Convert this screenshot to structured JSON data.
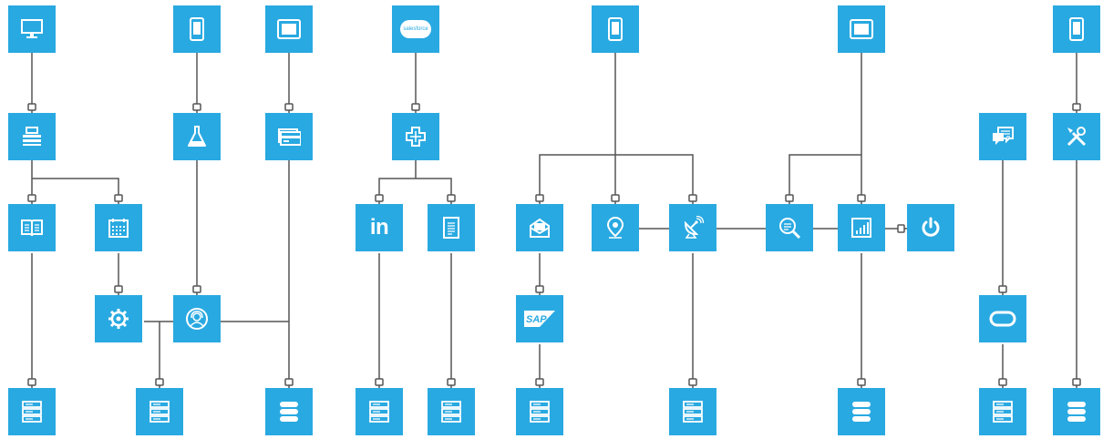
{
  "accent_color": "#29a9e1",
  "line_color": "#555555",
  "nodes": [
    {
      "id": "desktop-1",
      "icon": "desktop-monitor-icon"
    },
    {
      "id": "mobile-1",
      "icon": "smartphone-icon"
    },
    {
      "id": "tablet-1",
      "icon": "tablet-icon"
    },
    {
      "id": "salesforce-1",
      "icon": "salesforce-cloud-logo",
      "text": "salesforce"
    },
    {
      "id": "mobile-2",
      "icon": "smartphone-icon"
    },
    {
      "id": "tablet-2",
      "icon": "tablet-icon"
    },
    {
      "id": "mobile-3",
      "icon": "smartphone-icon"
    },
    {
      "id": "cashier-1",
      "icon": "cash-register-icon"
    },
    {
      "id": "lab-1",
      "icon": "lab-flask-icon"
    },
    {
      "id": "card-1",
      "icon": "credit-card-icon"
    },
    {
      "id": "plus-1",
      "icon": "plus-cross-icon"
    },
    {
      "id": "chat-1",
      "icon": "chat-bubbles-icon"
    },
    {
      "id": "tools-1",
      "icon": "tools-wrench-screwdriver-icon"
    },
    {
      "id": "book-1",
      "icon": "open-book-icon"
    },
    {
      "id": "calendar-1",
      "icon": "calendar-icon"
    },
    {
      "id": "linkedin-1",
      "icon": "linkedin-logo",
      "text": "in"
    },
    {
      "id": "document-1",
      "icon": "document-icon"
    },
    {
      "id": "mailbox-1",
      "icon": "mail-inbox-icon"
    },
    {
      "id": "location-1",
      "icon": "map-pin-icon"
    },
    {
      "id": "satellite-1",
      "icon": "satellite-dish-icon"
    },
    {
      "id": "search-1",
      "icon": "search-magnifier-icon"
    },
    {
      "id": "chart-1",
      "icon": "bar-chart-icon"
    },
    {
      "id": "power-1",
      "icon": "power-button-icon"
    },
    {
      "id": "gear-1",
      "icon": "gear-icon"
    },
    {
      "id": "support-1",
      "icon": "headset-support-icon"
    },
    {
      "id": "sap-1",
      "icon": "sap-logo",
      "text": "SAP"
    },
    {
      "id": "oracle-1",
      "icon": "oracle-logo"
    },
    {
      "id": "server-1",
      "icon": "server-rack-icon"
    },
    {
      "id": "server-2",
      "icon": "server-rack-icon"
    },
    {
      "id": "database-1",
      "icon": "database-icon"
    },
    {
      "id": "server-3",
      "icon": "server-rack-icon"
    },
    {
      "id": "server-4",
      "icon": "server-rack-icon"
    },
    {
      "id": "server-5",
      "icon": "server-rack-icon"
    },
    {
      "id": "server-6",
      "icon": "server-rack-icon"
    },
    {
      "id": "database-2",
      "icon": "database-icon"
    },
    {
      "id": "server-7",
      "icon": "server-rack-icon"
    },
    {
      "id": "database-3",
      "icon": "database-icon"
    }
  ]
}
